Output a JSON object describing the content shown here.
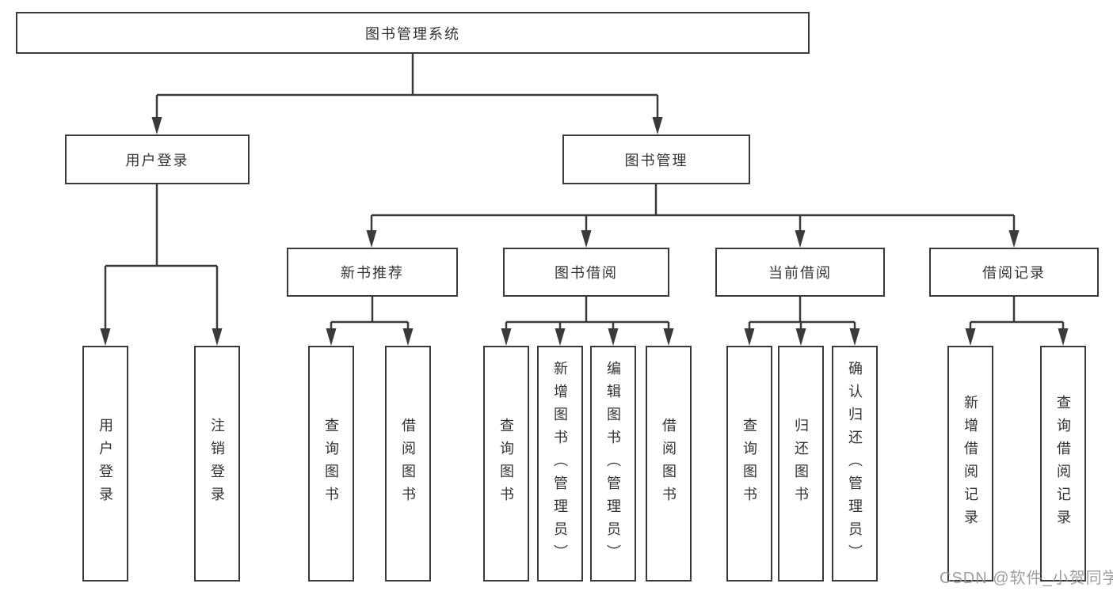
{
  "diagram": {
    "title": "图书管理系统",
    "root": {
      "label": "图书管理系统"
    },
    "level2": [
      {
        "label": "用户登录"
      },
      {
        "label": "图书管理"
      }
    ],
    "level3": [
      {
        "label": "新书推荐",
        "parent": "图书管理"
      },
      {
        "label": "图书借阅",
        "parent": "图书管理"
      },
      {
        "label": "当前借阅",
        "parent": "图书管理"
      },
      {
        "label": "借阅记录",
        "parent": "图书管理"
      }
    ],
    "leaves": [
      {
        "label": "用户登录",
        "parent": "用户登录"
      },
      {
        "label": "注销登录",
        "parent": "用户登录"
      },
      {
        "label": "查询图书",
        "parent": "新书推荐"
      },
      {
        "label": "借阅图书",
        "parent": "新书推荐"
      },
      {
        "label": "查询图书",
        "parent": "图书借阅"
      },
      {
        "label": "新增图书（管理员）",
        "parent": "图书借阅"
      },
      {
        "label": "编辑图书（管理员）",
        "parent": "图书借阅"
      },
      {
        "label": "借阅图书",
        "parent": "图书借阅"
      },
      {
        "label": "查询图书",
        "parent": "当前借阅"
      },
      {
        "label": "归还图书",
        "parent": "当前借阅"
      },
      {
        "label": "确认归还（管理员）",
        "parent": "当前借阅"
      },
      {
        "label": "新增借阅记录",
        "parent": "借阅记录"
      },
      {
        "label": "查询借阅记录",
        "parent": "借阅记录"
      }
    ]
  },
  "watermark": "CSDN @软件_小贺同学",
  "colors": {
    "line": "#3a3a3a",
    "text": "#333333",
    "background": "#ffffff",
    "watermark": "#949498"
  }
}
